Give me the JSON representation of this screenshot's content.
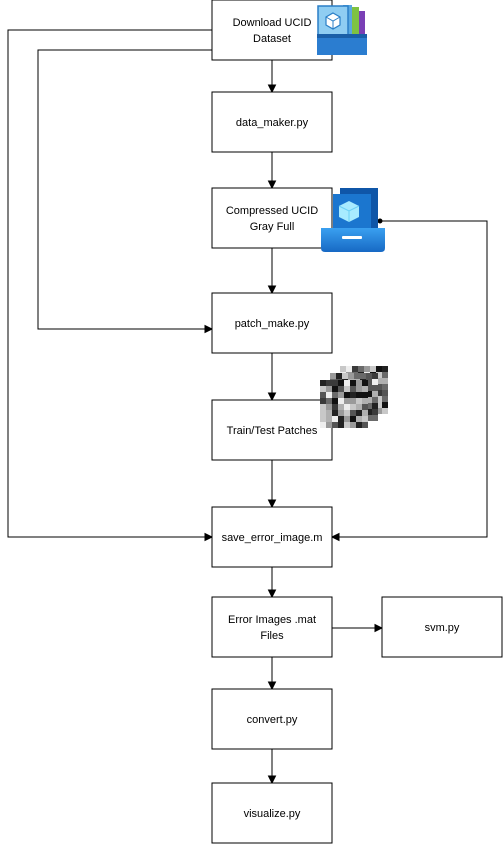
{
  "diagram": {
    "nodes": [
      {
        "id": "download",
        "lines": [
          "Download UCID",
          "Dataset"
        ]
      },
      {
        "id": "data_maker",
        "lines": [
          "data_maker.py"
        ]
      },
      {
        "id": "compressed",
        "lines": [
          "Compressed UCID",
          "Gray Full"
        ]
      },
      {
        "id": "patch_make",
        "lines": [
          "patch_make.py"
        ]
      },
      {
        "id": "patches",
        "lines": [
          "Train/Test Patches"
        ]
      },
      {
        "id": "save_error",
        "lines": [
          "save_error_image.m"
        ]
      },
      {
        "id": "error_images",
        "lines": [
          "Error Images .mat",
          "Files"
        ]
      },
      {
        "id": "svm",
        "lines": [
          "svm.py"
        ]
      },
      {
        "id": "convert",
        "lines": [
          "convert.py"
        ]
      },
      {
        "id": "visualize",
        "lines": [
          "visualize.py"
        ]
      }
    ],
    "edges": [
      {
        "from": "download",
        "to": "data_maker"
      },
      {
        "from": "data_maker",
        "to": "compressed"
      },
      {
        "from": "compressed",
        "to": "patch_make"
      },
      {
        "from": "patch_make",
        "to": "patches"
      },
      {
        "from": "patches",
        "to": "save_error"
      },
      {
        "from": "save_error",
        "to": "error_images"
      },
      {
        "from": "error_images",
        "to": "svm"
      },
      {
        "from": "error_images",
        "to": "convert"
      },
      {
        "from": "convert",
        "to": "visualize"
      },
      {
        "from": "download",
        "to": "patch_make"
      },
      {
        "from": "download",
        "to": "save_error"
      },
      {
        "from": "compressed",
        "to": "save_error"
      }
    ],
    "icons": [
      "dataset-stack-icon",
      "compressed-storage-icon",
      "image-patches-icon"
    ]
  }
}
